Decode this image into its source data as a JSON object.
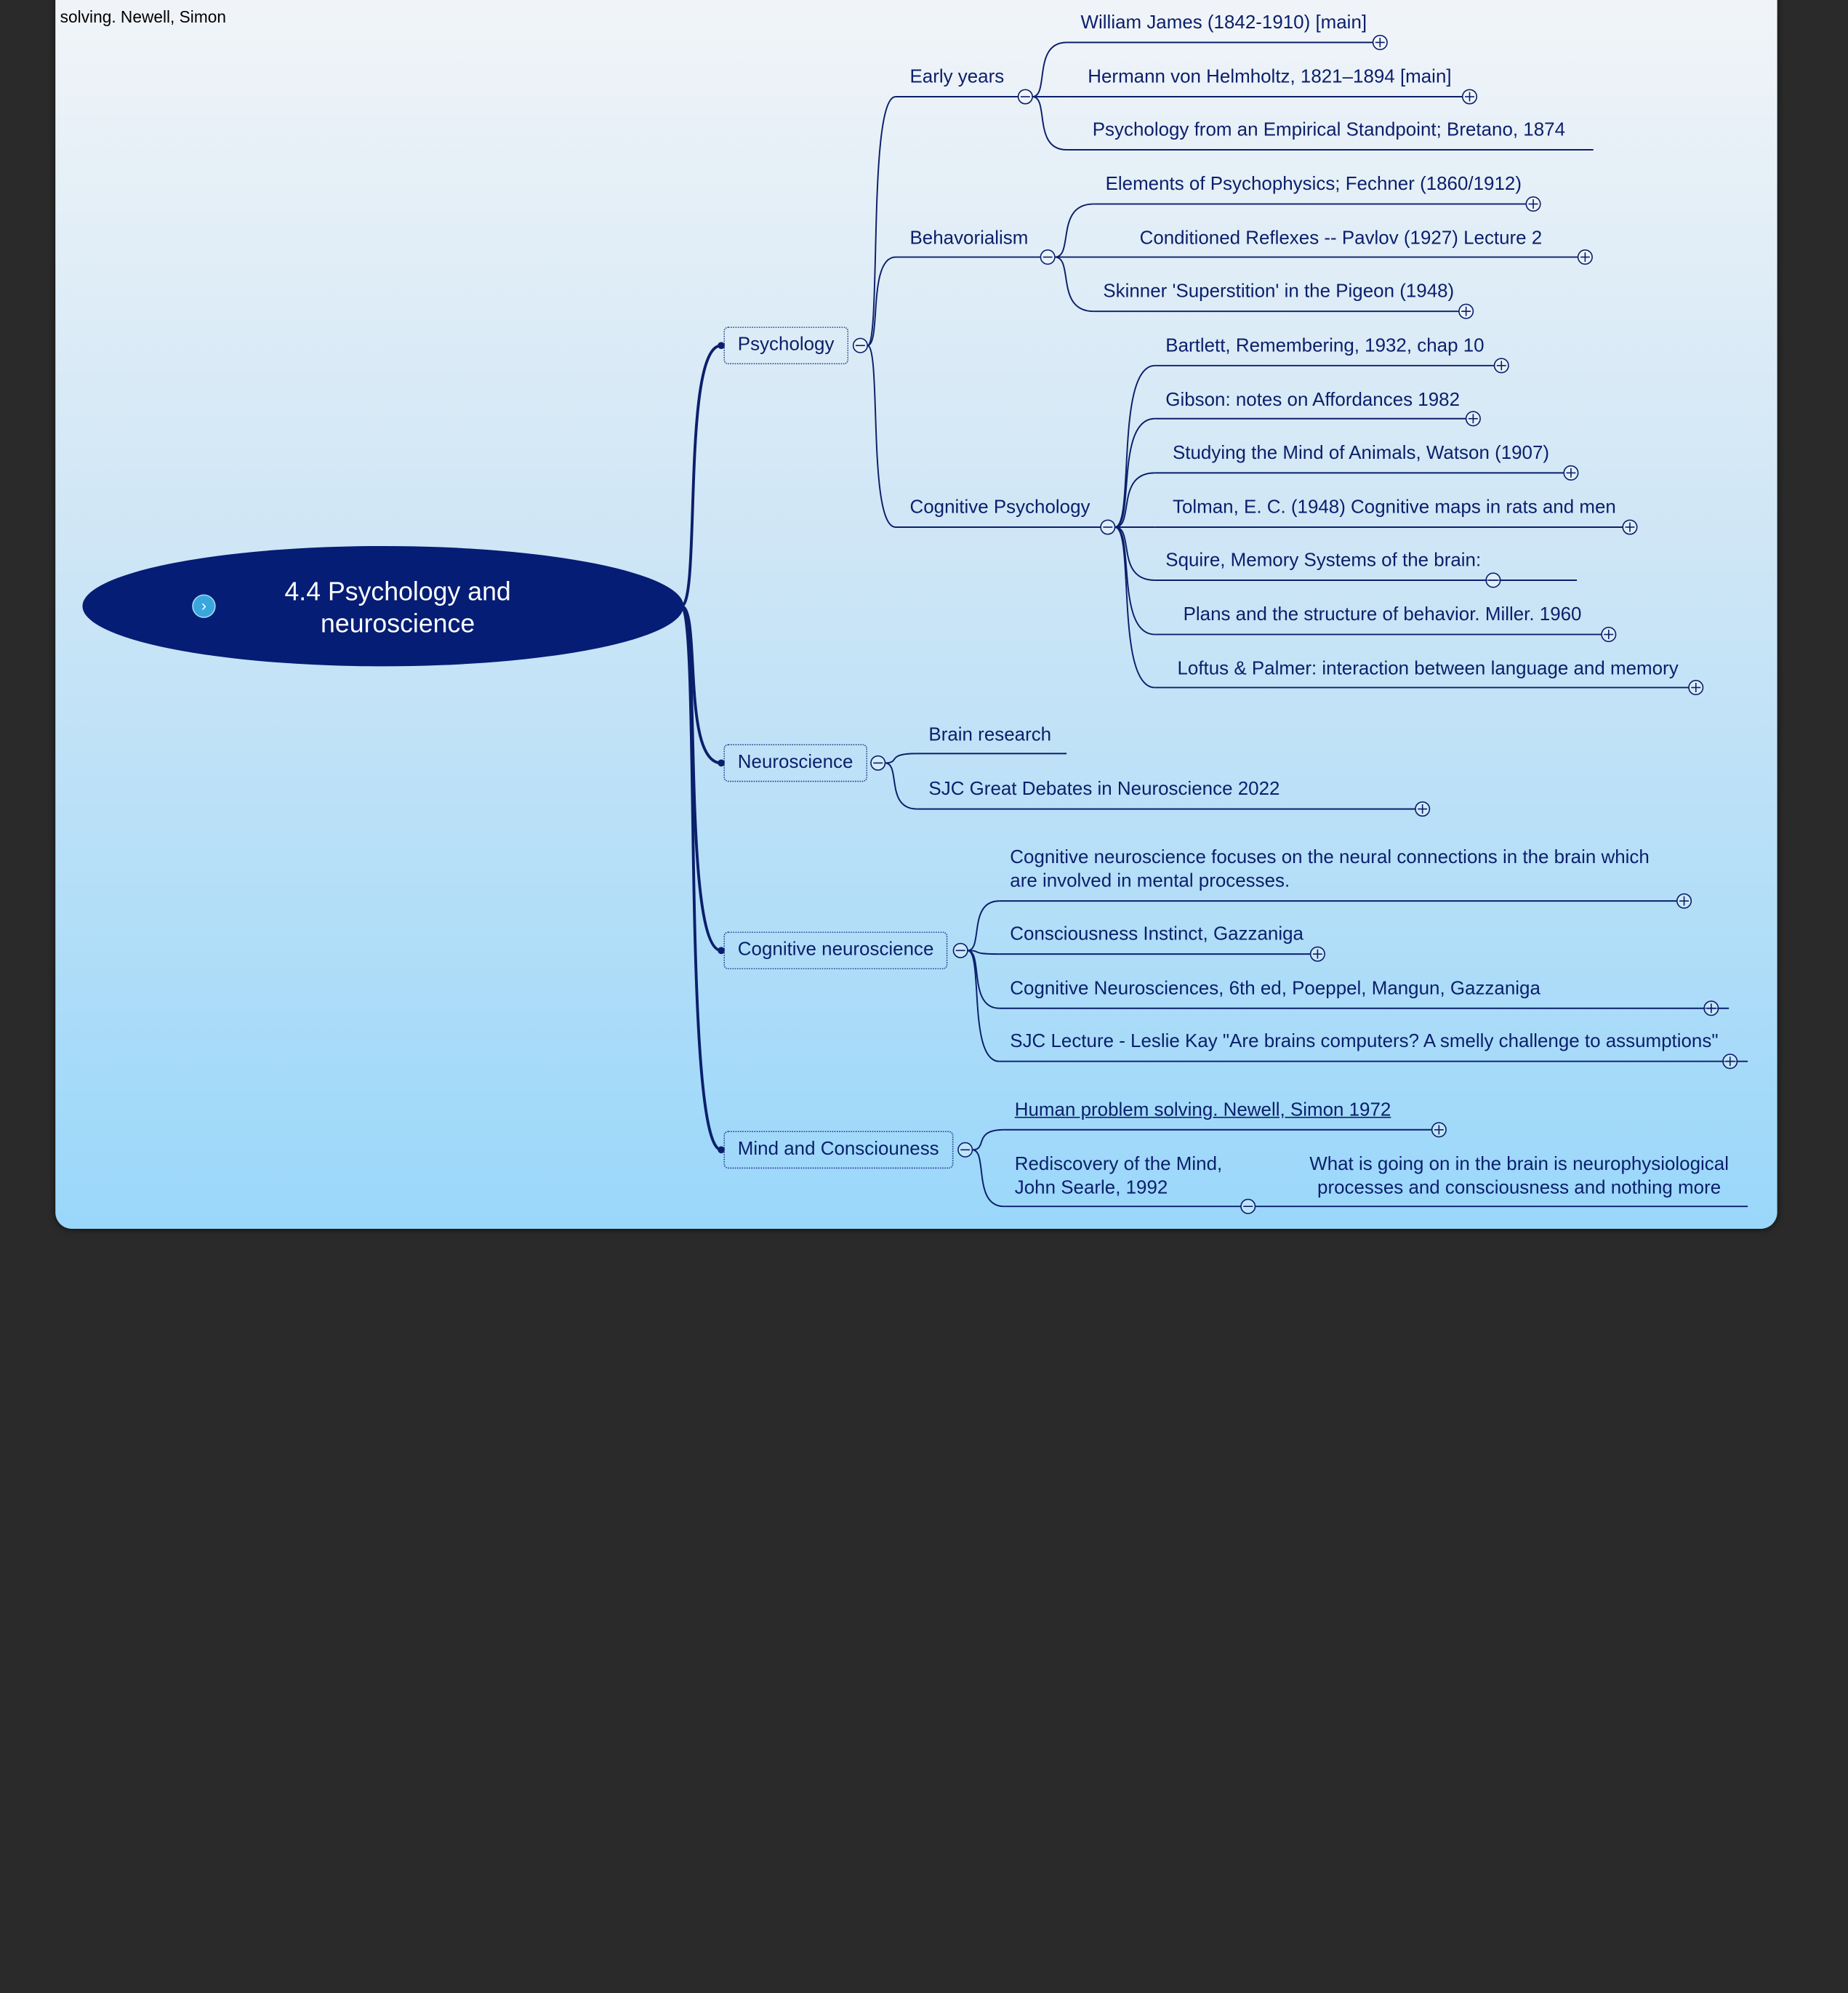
{
  "corner_text": "solving. Newell, Simon",
  "root": {
    "label": "4.4 Psychology and neuroscience",
    "expand_glyph": "›"
  },
  "colors": {
    "line": "#0b1f6b",
    "root_fill": "#051d74",
    "text": "#0b1f6b"
  },
  "branches": [
    {
      "label": "Psychology",
      "children": [
        {
          "label": "Early years",
          "children": [
            {
              "label": "William James (1842-1910) [main]",
              "expander": "plus"
            },
            {
              "label": "Hermann von Helmholtz, 1821–1894 [main]",
              "expander": "plus"
            },
            {
              "label": "Psychology from an Empirical Standpoint; Bretano, 1874",
              "expander": "none"
            }
          ]
        },
        {
          "label": "Behavorialism",
          "children": [
            {
              "label": "Elements of Psychophysics; Fechner (1860/1912)",
              "expander": "plus"
            },
            {
              "label": "Conditioned Reflexes -- Pavlov (1927) Lecture 2",
              "expander": "plus"
            },
            {
              "label": "Skinner 'Superstition' in the Pigeon (1948)",
              "expander": "plus"
            }
          ]
        },
        {
          "label": "Cognitive Psychology",
          "children": [
            {
              "label": "Bartlett, Remembering, 1932,  chap 10",
              "expander": "plus"
            },
            {
              "label": "Gibson: notes on Affordances 1982",
              "expander": "plus"
            },
            {
              "label": "Studying the Mind of Animals,  Watson (1907)",
              "expander": "plus"
            },
            {
              "label": "Tolman, E. C. (1948) Cognitive maps in rats and men",
              "expander": "plus"
            },
            {
              "label": "Squire, Memory Systems of the brain:",
              "expander": "minus"
            },
            {
              "label": "Plans and the structure of behavior. Miller. 1960",
              "expander": "plus"
            },
            {
              "label": "Loftus & Palmer: interaction between language and memory",
              "expander": "plus"
            }
          ]
        }
      ]
    },
    {
      "label": "Neuroscience",
      "children": [
        {
          "label": "Brain research",
          "expander": "none"
        },
        {
          "label": "SJC Great Debates in Neuroscience 2022",
          "expander": "plus"
        }
      ]
    },
    {
      "label": "Cognitive neuroscience",
      "children": [
        {
          "label": "Cognitive neuroscience focuses on the neural connections in the brain which are involved in mental processes.",
          "expander": "plus"
        },
        {
          "label": "Consciousness Instinct, Gazzaniga",
          "expander": "plus"
        },
        {
          "label": "Cognitive Neurosciences, 6th ed, Poeppel, Mangun, Gazzaniga",
          "expander": "plus"
        },
        {
          "label": "SJC Lecture - Leslie Kay \"Are brains computers? A smelly challenge to assumptions\"",
          "expander": "plus"
        }
      ]
    },
    {
      "label": "Mind and Consciouness",
      "children": [
        {
          "label": "Human problem solving. Newell, Simon 1972",
          "expander": "plus",
          "link": true
        },
        {
          "label": "Rediscovery of the Mind, John Searle, 1992",
          "expander": "minus",
          "children": [
            {
              "label": "What is going on in the brain is neurophysiological processes and consciousness and nothing more",
              "expander": "none"
            }
          ]
        }
      ]
    }
  ]
}
